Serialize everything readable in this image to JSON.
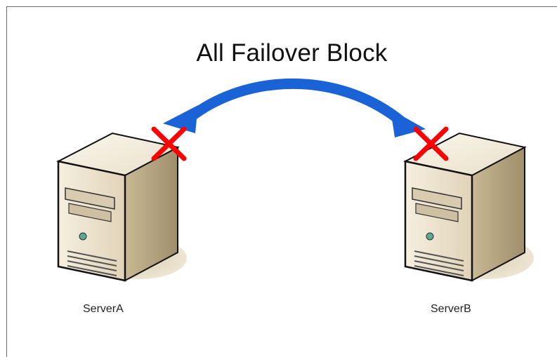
{
  "diagram": {
    "title": "All Failover Block",
    "servers": [
      {
        "label": "ServerA"
      },
      {
        "label": "ServerB"
      }
    ],
    "colors": {
      "arrow": "#1a63d6",
      "block_mark": "#ff0000",
      "server_body": "#e8dcc6",
      "server_side": "#b9a98a",
      "shadow": "#e2d8c1"
    },
    "connection": {
      "kind": "bidirectional-arrow",
      "status": "blocked"
    }
  }
}
